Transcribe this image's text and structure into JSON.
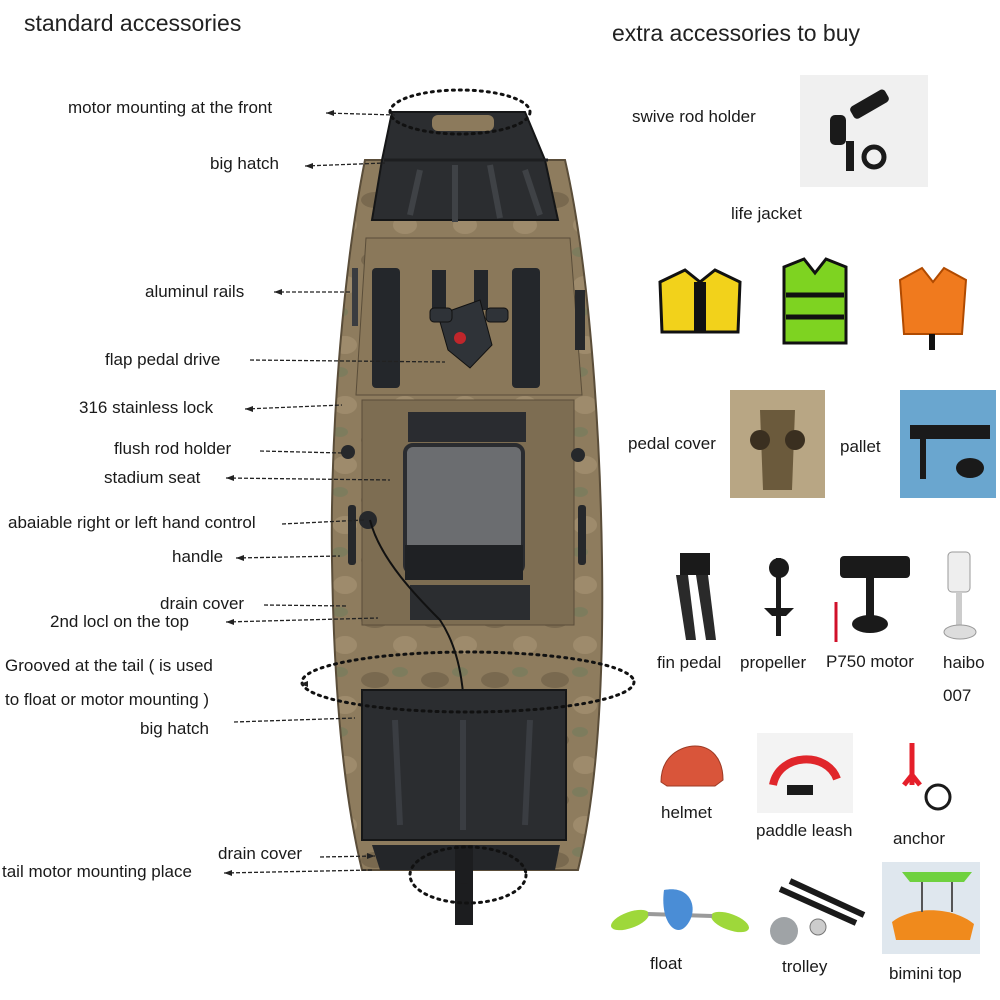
{
  "headings": {
    "standard": "standard accessories",
    "extra": "extra accessories to buy"
  },
  "standard_labels": [
    "motor mounting at the front",
    "big hatch",
    "aluminul rails",
    "flap pedal drive",
    "316 stainless lock",
    "flush rod holder",
    "stadium seat",
    "abaiable right or left hand control",
    "handle",
    "drain cover",
    "2nd locl on the top",
    "Grooved at the tail ( is used",
    "to float or motor mounting )",
    "big hatch",
    "drain cover",
    "tail motor mounting place"
  ],
  "extra_accessories": [
    "swive rod holder",
    "life jacket",
    "pedal cover",
    "pallet",
    "fin pedal",
    "propeller",
    "P750 motor",
    "haibo",
    "007",
    "helmet",
    "paddle leash",
    "anchor",
    "float",
    "trolley",
    "bimini top"
  ],
  "colors": {
    "kayak_hull": "#8c7a5c",
    "deck_dark": "#2b2d30",
    "jacket_yellow": "#f2d21b",
    "jacket_green": "#7ed321",
    "jacket_orange": "#f07a1e",
    "helmet_red": "#d9553a",
    "leash_red": "#e0262b",
    "float_green": "#9ed83a",
    "bimini_green": "#6fd13f",
    "kayak_orange": "#f08a1c"
  }
}
